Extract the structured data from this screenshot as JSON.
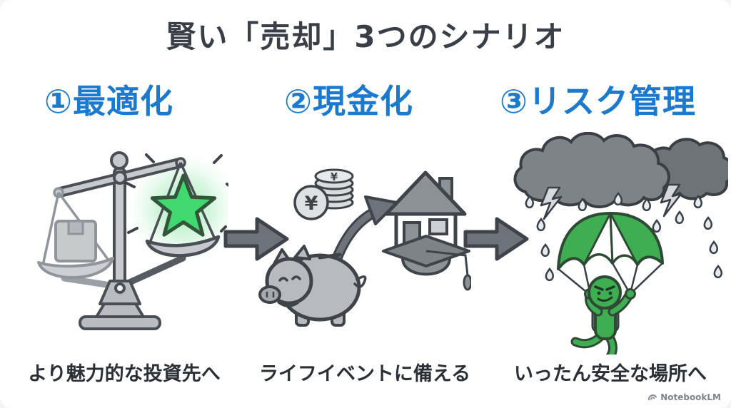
{
  "title": {
    "text": "賢い「売却」3つのシナリオ"
  },
  "scenarios": [
    {
      "heading": "①最適化",
      "caption": "より魅力的な投資先へ",
      "illustration": "balance-scale-weighing-dull-box-vs-glowing-star"
    },
    {
      "heading": "②現金化",
      "caption": "ライフイベントに備える",
      "illustration": "piggy-bank-with-yen-coins-arrow-to-house-and-graduation-cap"
    },
    {
      "heading": "③リスク管理",
      "caption": "いったん安全な場所へ",
      "illustration": "storm-clouds-lightning-rain-over-green-parachutist"
    }
  ],
  "symbols": {
    "yen": "¥"
  },
  "colors": {
    "heading_blue": "#1b7ad0",
    "title_dark": "#3a3f47",
    "caption_dark": "#2b3036",
    "star_green": "#3fd96f",
    "parachute_green": "#3fae53",
    "illustration_gray": "#b9bdc2",
    "cloud_gray": "#7e8387",
    "dark_cloud_gray": "#6e7377",
    "arrow_gray": "#6e737a"
  },
  "attribution": {
    "label": "NotebookLM"
  }
}
